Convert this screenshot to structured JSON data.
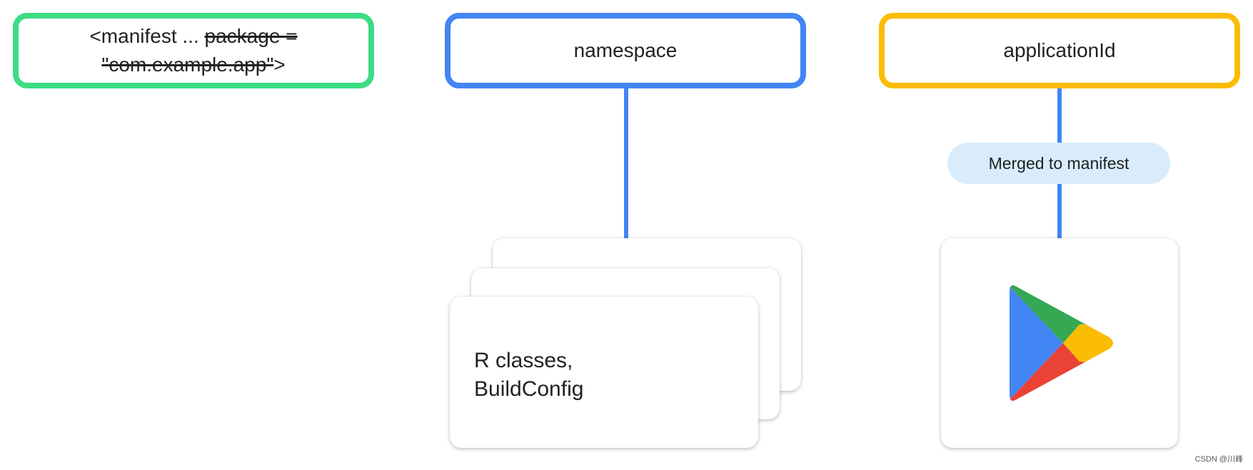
{
  "manifest_box": {
    "line1_plain": "<manifest ... ",
    "line1_struck": "package =",
    "line2_struck": "\"com.example.app\"",
    "line2_plain": ">"
  },
  "namespace_box": {
    "label": "namespace"
  },
  "applicationid_box": {
    "label": "applicationId"
  },
  "merged_pill": {
    "label": "Merged to manifest"
  },
  "outputs_card": {
    "line1": "R classes,",
    "line2": "BuildConfig"
  },
  "play_card": {
    "icon": "google-play-icon"
  },
  "watermark": "CSDN @川峰",
  "colors": {
    "manifest_border": "#3ddc84",
    "namespace_border": "#4285f4",
    "applicationid_border": "#fbbc04",
    "connector": "#4285f4",
    "pill_bg": "#d8ecfb"
  }
}
